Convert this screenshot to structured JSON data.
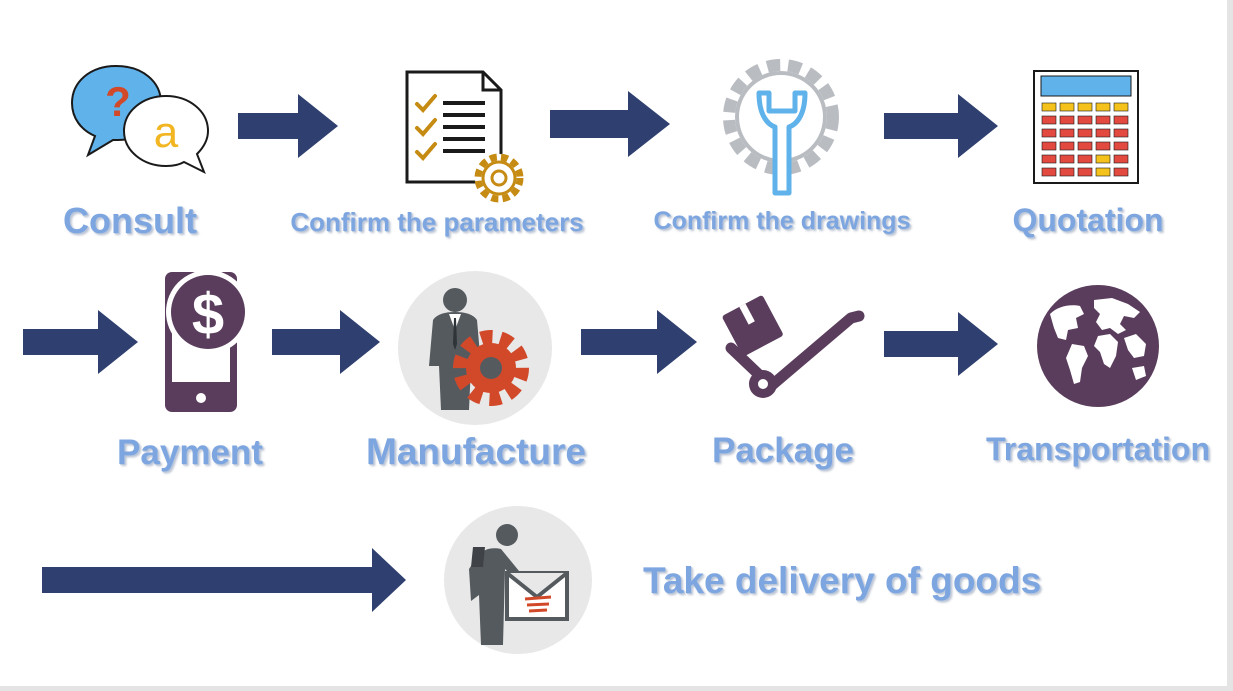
{
  "colors": {
    "label": "#7da6e0",
    "arrow": "#2f4070",
    "plum": "#5a3d5c",
    "gear_orange": "#d2492a",
    "circle_bg": "#e8e8e8",
    "calc_blue": "#5fb2ea",
    "calc_red": "#e2493f",
    "calc_yellow": "#f4c21a"
  },
  "steps": [
    {
      "label": "Consult",
      "icon": "speech-bubbles-icon"
    },
    {
      "label": "Confirm the parameters",
      "icon": "checklist-gear-icon"
    },
    {
      "label": "Confirm the drawings",
      "icon": "gear-wrench-icon"
    },
    {
      "label": "Quotation",
      "icon": "calculator-icon"
    },
    {
      "label": "Payment",
      "icon": "mobile-payment-icon"
    },
    {
      "label": "Manufacture",
      "icon": "businessman-gear-icon"
    },
    {
      "label": "Package",
      "icon": "hand-truck-icon"
    },
    {
      "label": "Transportation",
      "icon": "globe-icon"
    },
    {
      "label": "Take delivery of goods",
      "icon": "businessman-envelope-icon"
    }
  ],
  "icon_text": {
    "question_mark": "?",
    "answer_letter": "a",
    "dollar_sign": "$"
  }
}
